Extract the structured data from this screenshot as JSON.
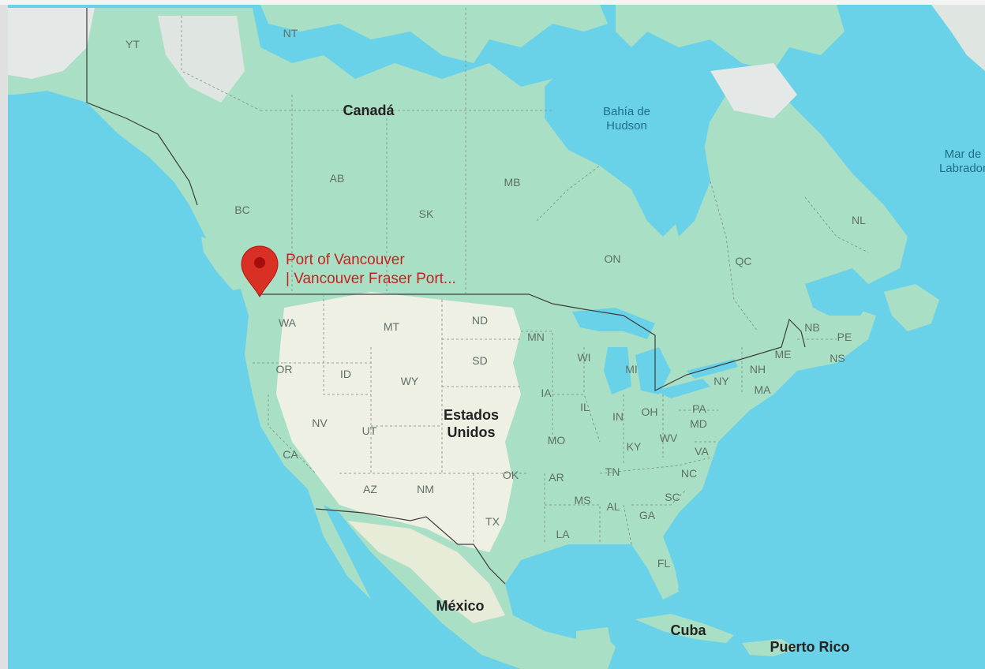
{
  "colors": {
    "water": "#6ad2e8",
    "land_forest": "#a9dfc4",
    "land_dry": "#eef0e4",
    "land_snow": "#e4e8e7",
    "border": "#3c3c3c",
    "marker": "#d93025",
    "marker_label": "#c5221f"
  },
  "icons": {
    "marker": "map-pin-icon"
  },
  "marker": {
    "title_line1": "Port of Vancouver",
    "title_line2": "| Vancouver Fraser Port..."
  },
  "countries": {
    "canada": "Canadá",
    "usa_line1": "Estados",
    "usa_line2": "Unidos",
    "mexico": "México",
    "cuba": "Cuba",
    "puerto_rico": "Puerto Rico"
  },
  "water_bodies": {
    "hudson_line1": "Bahía de",
    "hudson_line2": "Hudson",
    "labrador_line1": "Mar de",
    "labrador_line2": "Labrador"
  },
  "regions": {
    "yt": "YT",
    "nt": "NT",
    "bc": "BC",
    "ab": "AB",
    "sk": "SK",
    "mb": "MB",
    "on": "ON",
    "qc": "QC",
    "nl": "NL",
    "nb": "NB",
    "pe": "PE",
    "ns": "NS",
    "wa": "WA",
    "or": "OR",
    "ca": "CA",
    "nv": "NV",
    "id": "ID",
    "mt": "MT",
    "wy": "WY",
    "ut": "UT",
    "az": "AZ",
    "nm": "NM",
    "nd": "ND",
    "sd": "SD",
    "tx": "TX",
    "ok": "OK",
    "mn": "MN",
    "ia": "IA",
    "mo": "MO",
    "ar": "AR",
    "la": "LA",
    "wi": "WI",
    "il": "IL",
    "mi": "MI",
    "in": "IN",
    "oh": "OH",
    "ky": "KY",
    "tn": "TN",
    "ms": "MS",
    "al": "AL",
    "ga": "GA",
    "fl": "FL",
    "sc": "SC",
    "nc": "NC",
    "va": "VA",
    "wv": "WV",
    "md": "MD",
    "pa": "PA",
    "ny": "NY",
    "me": "ME",
    "nh": "NH",
    "ma": "MA"
  }
}
